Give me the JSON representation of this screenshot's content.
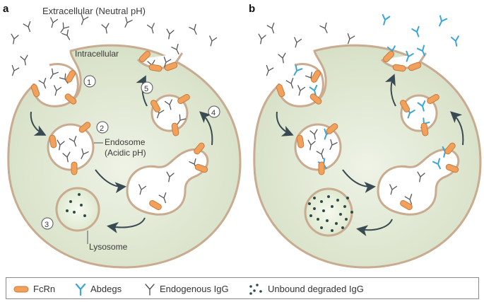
{
  "panels": {
    "a": {
      "letter": "a",
      "extracellular": "Extracellular (Neutral pH)",
      "intracellular": "Intracellular",
      "endosome_line1": "Endosome",
      "endosome_line2": "(Acidic pH)",
      "lysosome": "Lysosome",
      "steps": [
        "1",
        "2",
        "3",
        "4",
        "5"
      ]
    },
    "b": {
      "letter": "b"
    }
  },
  "legend": [
    {
      "icon": "fcrn-icon",
      "label": "FcRn"
    },
    {
      "icon": "abdeg-icon",
      "label": "Abdegs"
    },
    {
      "icon": "endogenous-igg-icon",
      "label": "Endogenous IgG"
    },
    {
      "icon": "degraded-igg-icon",
      "label": "Unbound degraded IgG"
    }
  ],
  "colors": {
    "cell_fill": "#dfe7d2",
    "cell_stroke": "#c9ab90",
    "fcrn": "#f2a15c",
    "abdeg": "#3aa6d6",
    "igg": "#555555",
    "arrow": "#3a4a52",
    "dots": "#2f4a48"
  }
}
